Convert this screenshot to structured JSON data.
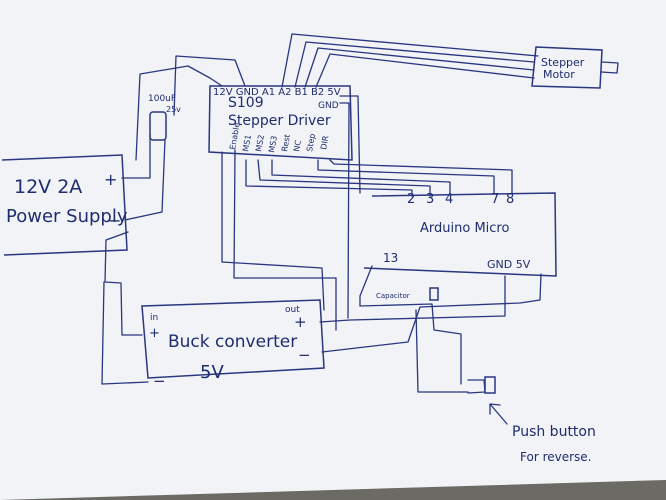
{
  "power_supply": {
    "label_line1": "12V 2A",
    "label_line2": "Power Supply",
    "plus": "+",
    "minus": "−"
  },
  "capacitor_top": {
    "value_line1": "100uF",
    "value_line2": "25v"
  },
  "stepper_driver": {
    "top_pins": "12V GND A1 A2 B1 B2 5V",
    "model": "S109",
    "name": "Stepper Driver",
    "gnd_pin": "GND",
    "bottom_pins": [
      "Enable",
      "MS1",
      "MS2",
      "MS3",
      "Rest",
      "NC",
      "Step",
      "DIR"
    ]
  },
  "stepper_motor": {
    "line1": "Stepper",
    "line2": "Motor"
  },
  "arduino": {
    "label": "Arduino Micro",
    "pins_top": [
      "2",
      "3",
      "4",
      "7",
      "8"
    ],
    "pin_13": "13",
    "gnd_5v": "GND 5V"
  },
  "buck": {
    "in": "in",
    "out": "out",
    "plus_in": "+",
    "plus_out": "+",
    "minus_in": "−",
    "minus_out": "−",
    "line1": "Buck converter",
    "line2": "5V"
  },
  "capacitor_small": {
    "label": "Capacitor"
  },
  "push_button": {
    "line1": "Push button",
    "line2": "For reverse."
  },
  "colors": {
    "paper": "#f3f4f7",
    "ink": "#2a3680",
    "background": "#6b6a64"
  }
}
